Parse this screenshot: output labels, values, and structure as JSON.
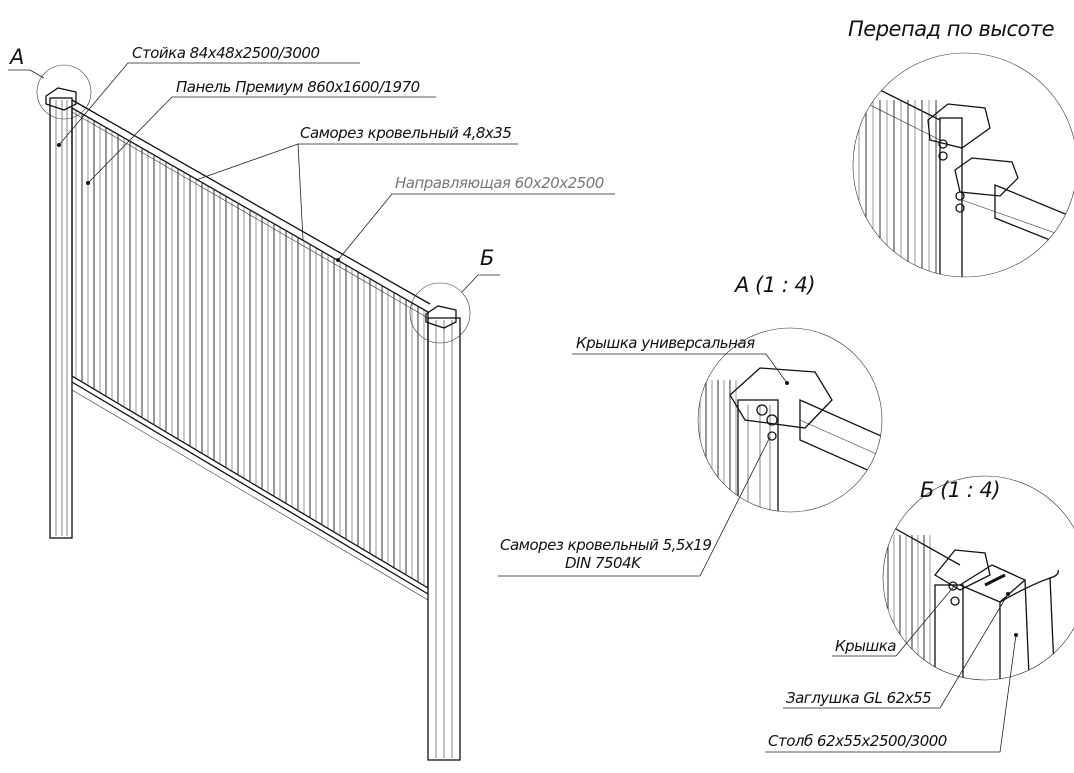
{
  "title": "Перепад по высоте",
  "callouts": {
    "a": "А",
    "b": "Б"
  },
  "labels": {
    "post": "Стойка 84x48x2500/3000",
    "panel": "Панель Премиум 860x1600/1970",
    "screw_1": "Саморез кровельный 4,8x35",
    "rail": "Направляющая 60x20x2500",
    "cap_universal": "Крышка универсальная",
    "screw_2_line1": "Саморез кровельный 5,5x19",
    "screw_2_line2": "DIN 7504K",
    "cap": "Крышка",
    "plug": "Заглушка GL 62x55",
    "pillar": "Столб 62x55x2500/3000"
  },
  "details": {
    "a_title": "А  (1 : 4)",
    "b_title": "Б  (1 : 4)"
  }
}
